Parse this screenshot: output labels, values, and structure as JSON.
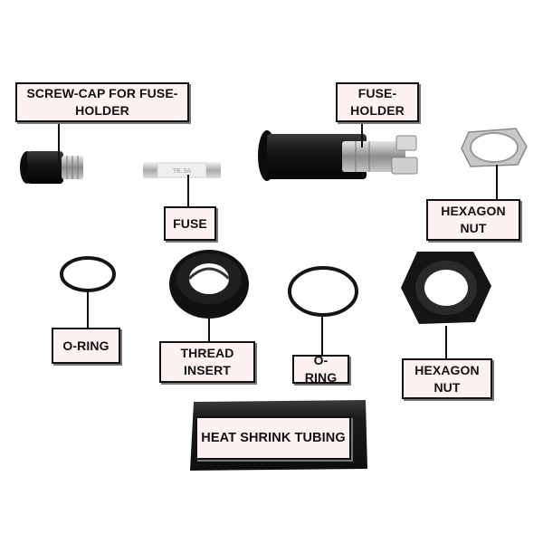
{
  "labels": {
    "screw_cap": "SCREW-CAP FOR FUSE-HOLDER",
    "fuse_holder": "FUSE-HOLDER",
    "fuse": "FUSE",
    "hexagon_nut_top": "HEXAGON NUT",
    "o_ring_left": "O-RING",
    "thread_insert": "THREAD INSERT",
    "o_ring_middle": "O-RING",
    "hexagon_nut_bottom": "HEXAGON NUT",
    "heat_shrink": "HEAT SHRINK TUBING"
  },
  "fuse_marking": "T6.3A"
}
